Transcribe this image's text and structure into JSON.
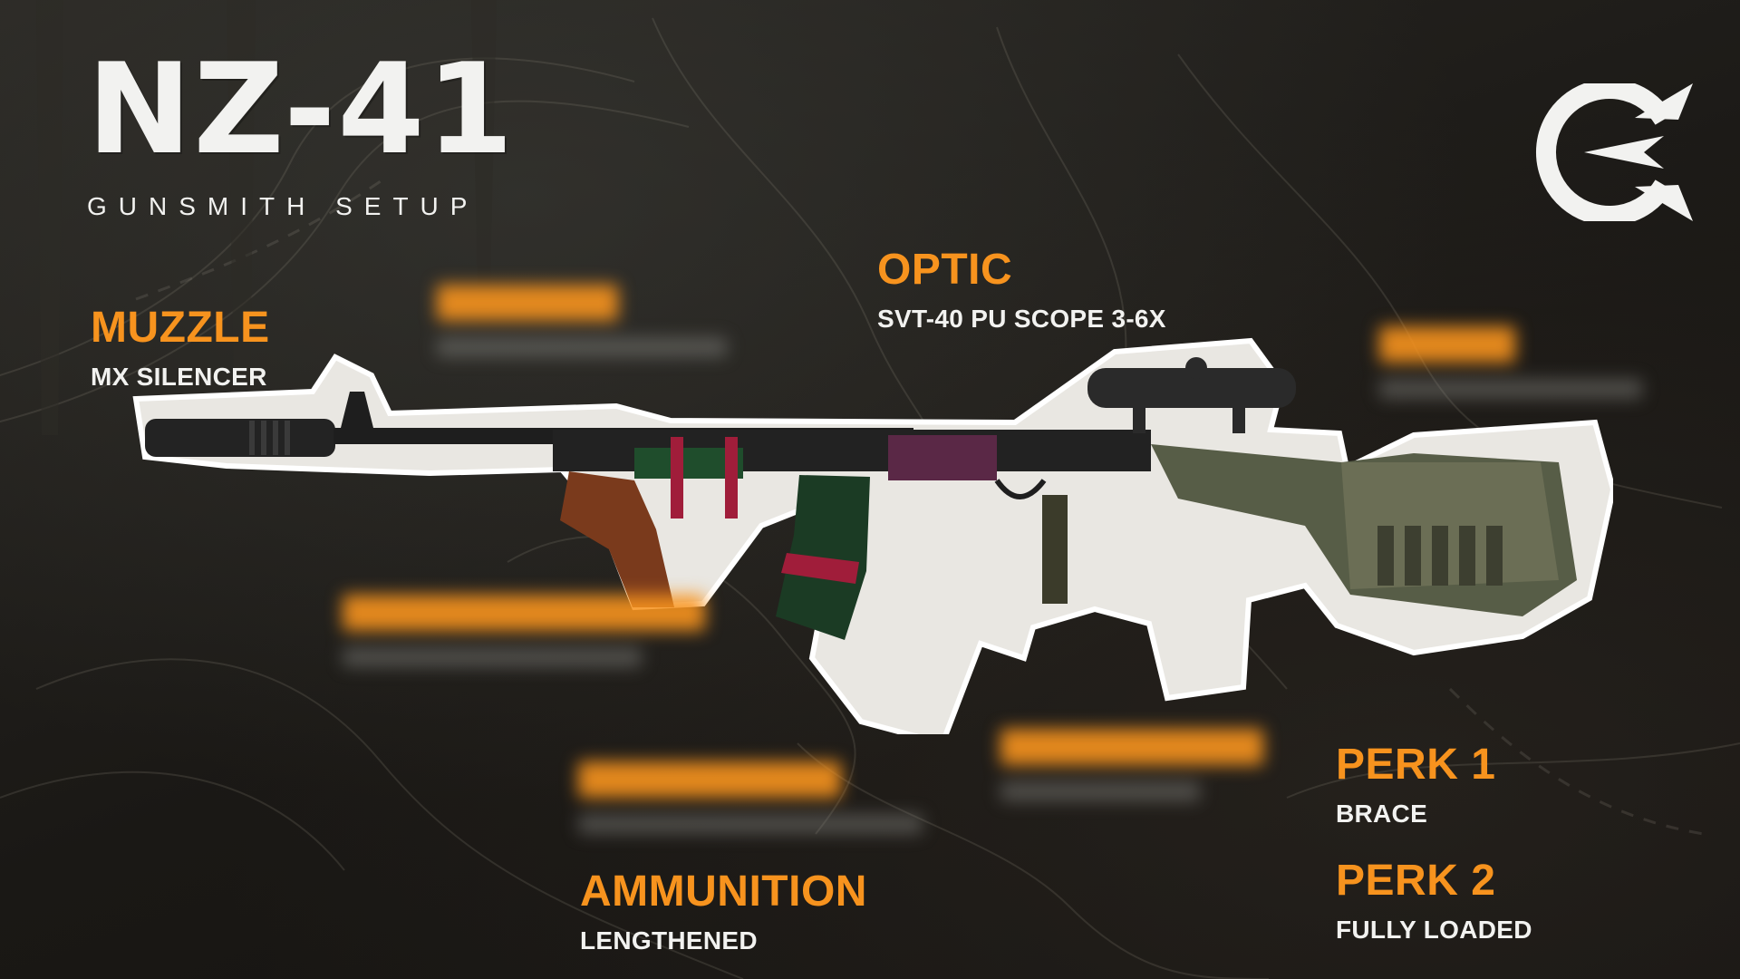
{
  "title": "NZ-41",
  "subtitle": "GUNSMITH SETUP",
  "accent_color": "#f7931e",
  "text_color": "#f2f2f0",
  "logo_icon": "circle-arrow-logo-icon",
  "weapon_icon": "rifle-image-icon",
  "attachments": {
    "muzzle": {
      "label": "MUZZLE",
      "value": "MX SILENCER"
    },
    "optic": {
      "label": "OPTIC",
      "value": "SVT-40 PU SCOPE 3-6X"
    },
    "ammunition": {
      "label": "AMMUNITION",
      "value": "LENGTHENED"
    },
    "perk1": {
      "label": "PERK 1",
      "value": "BRACE"
    },
    "perk2": {
      "label": "PERK 2",
      "value": "FULLY LOADED"
    }
  }
}
